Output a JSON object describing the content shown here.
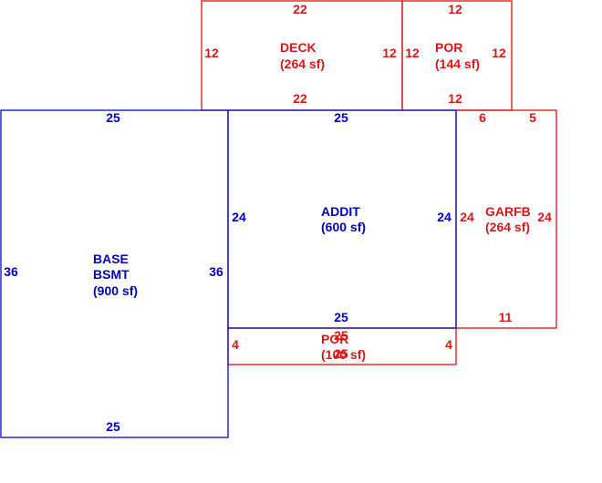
{
  "colors": {
    "living": "#0000c0",
    "other": "#d81818"
  },
  "areas": {
    "deck": {
      "name": "DECK",
      "size": "(264 sf)",
      "top": "22",
      "bottom": "22",
      "left": "12",
      "right": "12"
    },
    "por_top": {
      "name": "POR",
      "size": "(144 sf)",
      "top": "12",
      "bottom": "12",
      "left": "12",
      "right": "12"
    },
    "base": {
      "line1": "BASE",
      "line2": "BSMT",
      "size": "(900 sf)",
      "top": "25",
      "bottom": "25",
      "left": "36",
      "right": "36"
    },
    "addit": {
      "name": "ADDIT",
      "size": "(600 sf)",
      "top": "25",
      "bottom": "25",
      "left": "24",
      "right": "24"
    },
    "garfb": {
      "name": "GARFB",
      "size": "(264 sf)",
      "top_a": "6",
      "top_b": "5",
      "left": "24",
      "right": "24",
      "bottom": "11"
    },
    "por_bottom": {
      "name": "POR",
      "size": "(100 sf)",
      "top": "25",
      "bottom": "25",
      "left": "4",
      "right": "4"
    }
  }
}
